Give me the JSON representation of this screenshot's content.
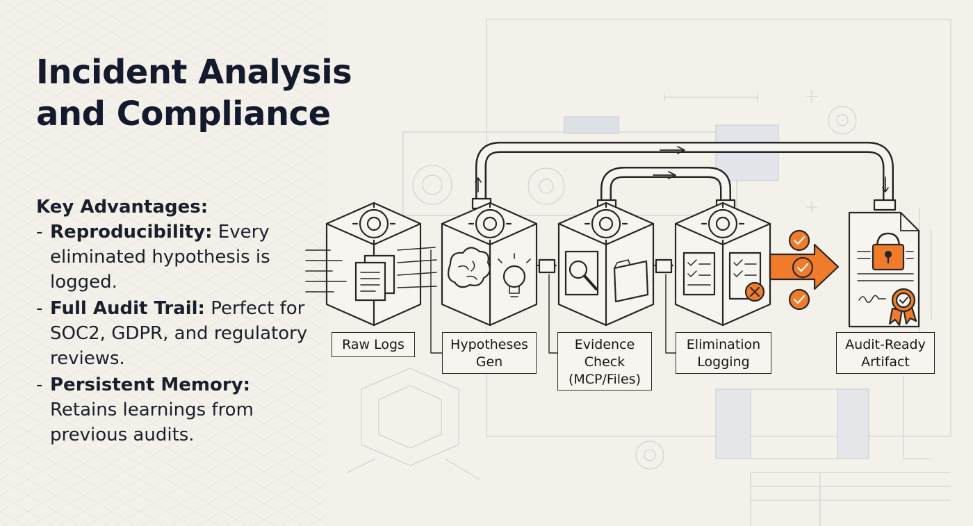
{
  "title": "Incident Analysis and Compliance",
  "advantages": {
    "heading": "Key Advantages:",
    "items": [
      {
        "term": "Reproducibility:",
        "text": " Every eliminated hypothesis is logged."
      },
      {
        "term": "Full Audit Trail:",
        "text": " Perfect for SOC2, GDPR, and regulatory reviews."
      },
      {
        "term": "Persistent Memory:",
        "text": " Retains learnings from previous audits."
      }
    ]
  },
  "pipeline": {
    "stages": [
      {
        "label": "Raw Logs",
        "icon": "documents-icon"
      },
      {
        "label": "Hypotheses Gen",
        "icon": "brain-lightbulb-icon"
      },
      {
        "label": "Evidence Check (MCP/Files)",
        "icon": "magnifier-folder-icon"
      },
      {
        "label": "Elimination Logging",
        "icon": "checklist-icon"
      },
      {
        "label": "Audit-Ready Artifact",
        "icon": "locked-document-icon"
      }
    ],
    "colors": {
      "accent": "#f07b2a",
      "line": "#2a2a2a",
      "blueprint": "#c9cfd6"
    }
  }
}
